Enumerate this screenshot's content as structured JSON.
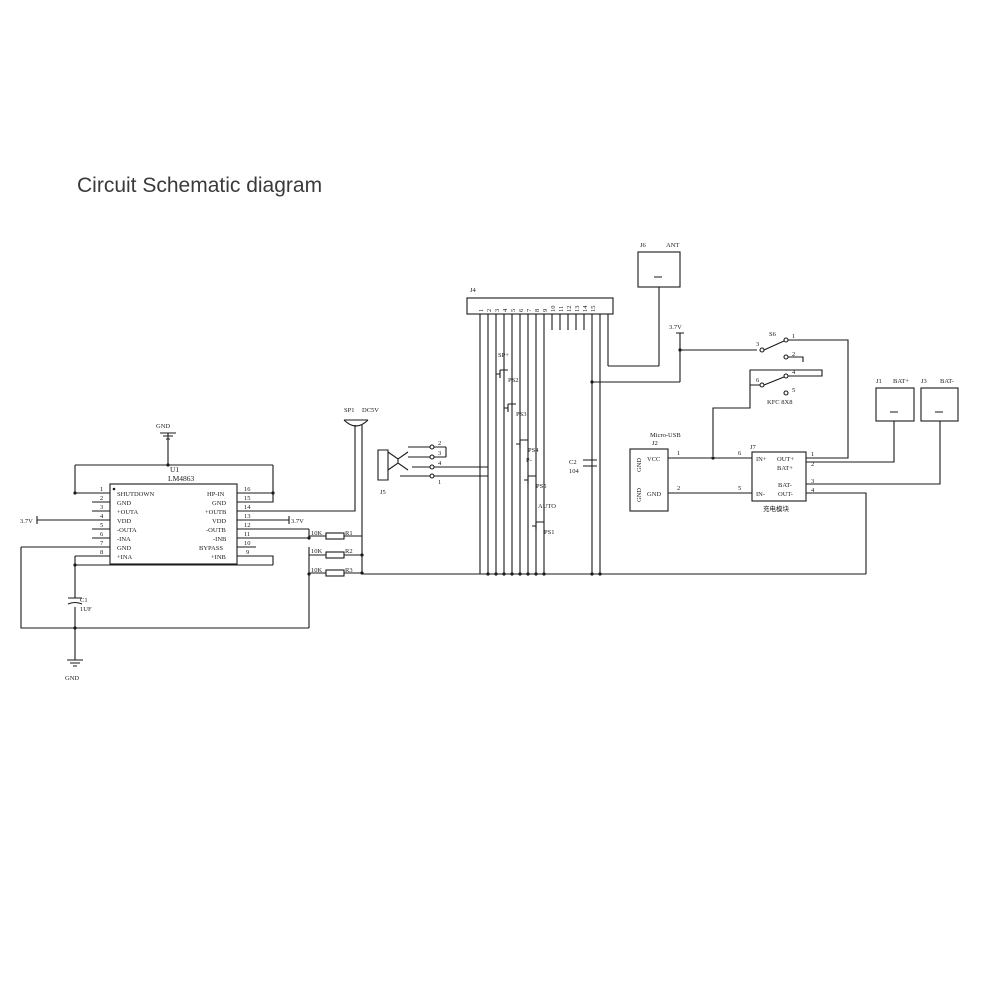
{
  "title": "Circuit Schematic diagram",
  "u1": {
    "ref": "U1",
    "part": "LM4863",
    "left_pins": [
      {
        "num": "1",
        "name": "SHUTDOWN"
      },
      {
        "num": "2",
        "name": "GND"
      },
      {
        "num": "3",
        "name": "+OUTA"
      },
      {
        "num": "4",
        "name": "VDD"
      },
      {
        "num": "5",
        "name": "-OUTA"
      },
      {
        "num": "6",
        "name": "-INA"
      },
      {
        "num": "7",
        "name": "GND"
      },
      {
        "num": "8",
        "name": "+INA"
      }
    ],
    "right_pins": [
      {
        "num": "16",
        "name": "HP-IN"
      },
      {
        "num": "15",
        "name": "GND"
      },
      {
        "num": "14",
        "name": "+OUTB"
      },
      {
        "num": "13",
        "name": "VDD"
      },
      {
        "num": "12",
        "name": "-OUTB"
      },
      {
        "num": "11",
        "name": "-INB"
      },
      {
        "num": "10",
        "name": "BYPASS"
      },
      {
        "num": "9",
        "name": "+INB"
      }
    ]
  },
  "power": {
    "gnd": "GND",
    "v37": "3.7V"
  },
  "c1": {
    "ref": "C1",
    "value": "1UF"
  },
  "c2": {
    "ref": "C2",
    "value": "104"
  },
  "resistors": [
    {
      "ref": "R1",
      "value": "10K"
    },
    {
      "ref": "R2",
      "value": "10K"
    },
    {
      "ref": "R3",
      "value": "10K"
    }
  ],
  "sp1": {
    "ref": "SP1",
    "value": "DC5V"
  },
  "j5": {
    "ref": "J5",
    "pins": [
      "2",
      "3",
      "4",
      "1"
    ]
  },
  "j4": {
    "ref": "J4",
    "pins": [
      "1",
      "2",
      "3",
      "4",
      "5",
      "6",
      "7",
      "8",
      "9",
      "10",
      "11",
      "12",
      "13",
      "14",
      "15"
    ]
  },
  "switches": [
    {
      "ref": "PS2",
      "net": "SP+"
    },
    {
      "ref": "PS3",
      "net": ""
    },
    {
      "ref": "PS4",
      "net": "P-"
    },
    {
      "ref": "PS5",
      "net": ""
    },
    {
      "ref": "PS1",
      "net": "AUTO"
    }
  ],
  "j6": {
    "ref": "J6",
    "value": "ANT"
  },
  "s6": {
    "ref": "S6",
    "value": "KFC 8X8",
    "pins": [
      "1",
      "2",
      "3",
      "4",
      "5",
      "6"
    ]
  },
  "j1": {
    "ref": "J1",
    "value": "BAT+"
  },
  "j3": {
    "ref": "J3",
    "value": "BAT-"
  },
  "j2": {
    "ref": "J2",
    "label": "Micro-USB",
    "pins": [
      {
        "num": "1",
        "name": "VCC"
      },
      {
        "num": "2",
        "name": "GND"
      }
    ],
    "side_labels": [
      "GND",
      "GND"
    ]
  },
  "j7": {
    "ref": "J7",
    "label": "充电模块",
    "left_pins": [
      {
        "num": "6",
        "name": "IN+"
      },
      {
        "num": "5",
        "name": "IN-"
      }
    ],
    "right_pins": [
      {
        "num": "1",
        "name": "OUT+"
      },
      {
        "num": "2",
        "name": "BAT+"
      },
      {
        "num": "3",
        "name": "BAT-"
      },
      {
        "num": "4",
        "name": "OUT-"
      }
    ]
  }
}
